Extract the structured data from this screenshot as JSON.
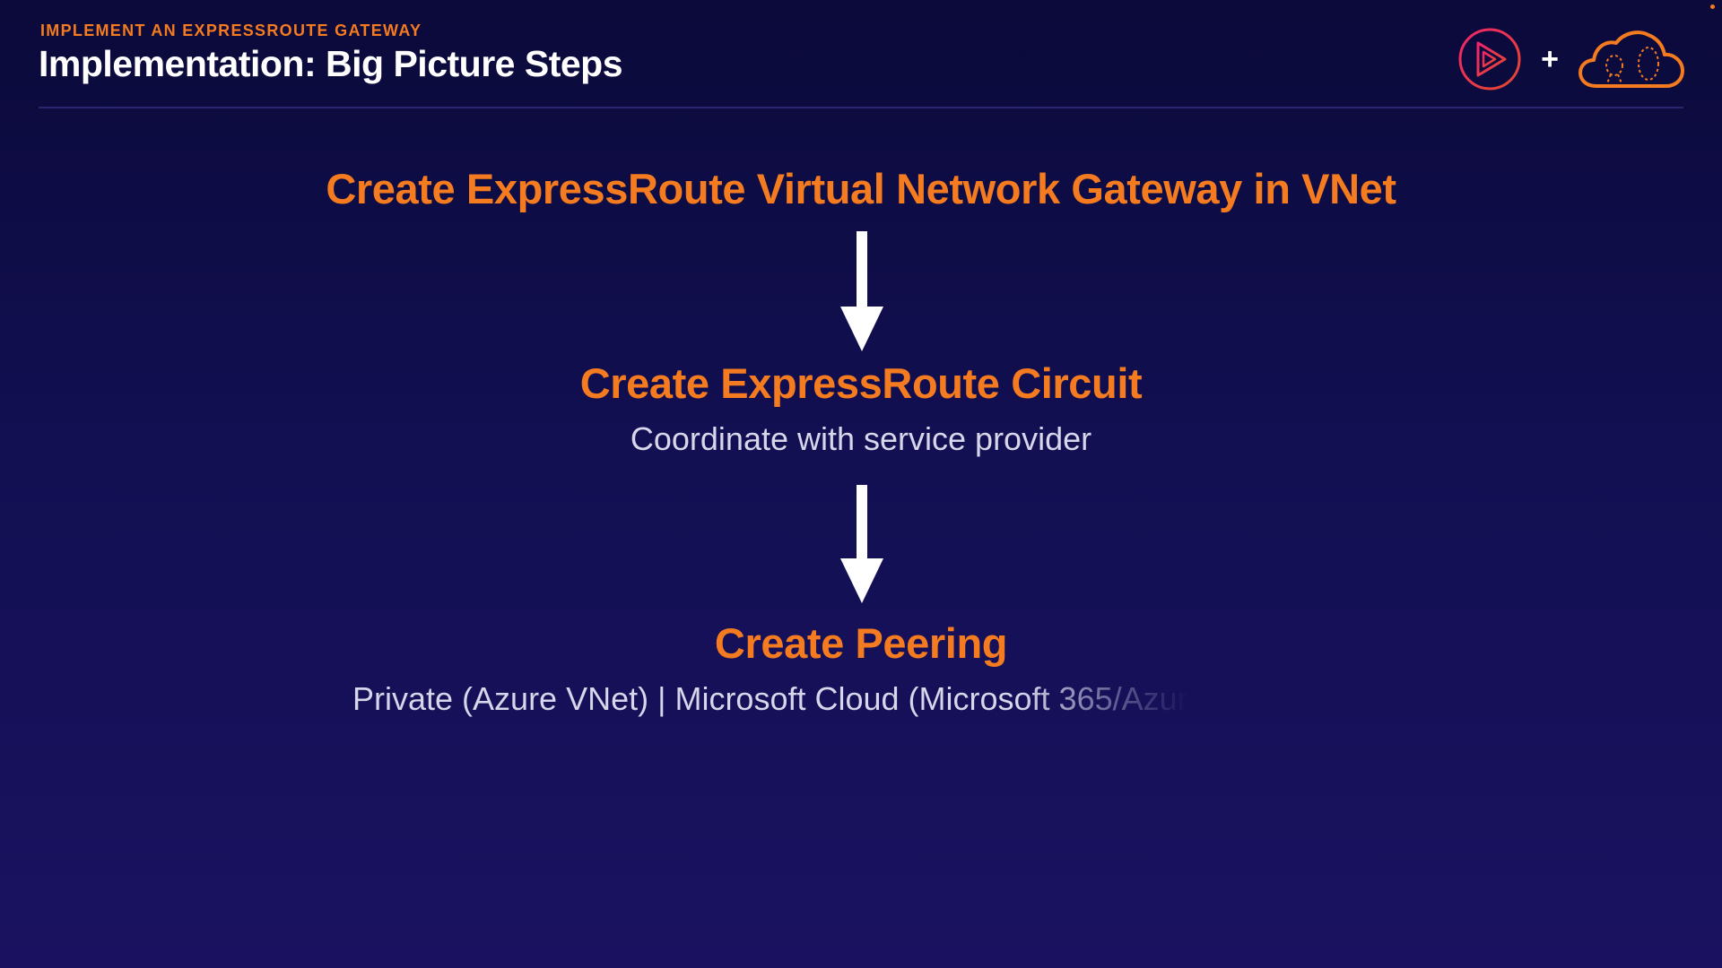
{
  "header": {
    "eyebrow": "IMPLEMENT AN EXPRESSROUTE GATEWAY",
    "title": "Implementation: Big Picture Steps",
    "plus": "+",
    "logo_left_icon": "pluralsight-play-logo",
    "logo_right_icon": "cloud-guru-logo"
  },
  "steps": [
    {
      "title": "Create ExpressRoute Virtual Network Gateway in VNet",
      "subtitle": ""
    },
    {
      "title": "Create ExpressRoute Circuit",
      "subtitle": "Coordinate with service provider"
    },
    {
      "title": "Create Peering",
      "subtitle": "Private (Azure VNet) | Microsoft Cloud (Microsoft 365/Azur"
    }
  ],
  "colors": {
    "accent": "#f47b20",
    "background_top": "#0b0a3a",
    "background_bottom": "#1a1260",
    "text": "#ffffff",
    "subtext": "#d8d6ea",
    "pluralsight_pink": "#e8245f"
  }
}
